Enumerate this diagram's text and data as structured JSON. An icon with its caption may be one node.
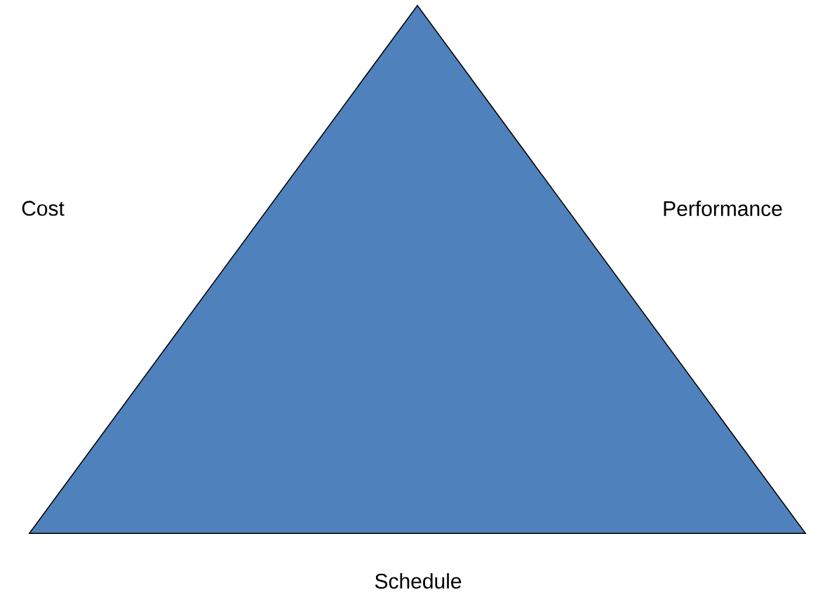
{
  "diagram": {
    "nodes": [
      {
        "text": [],
        "shape": "triangle",
        "beside": [
          "Cost",
          "Performance",
          "Schedule"
        ]
      }
    ]
  }
}
